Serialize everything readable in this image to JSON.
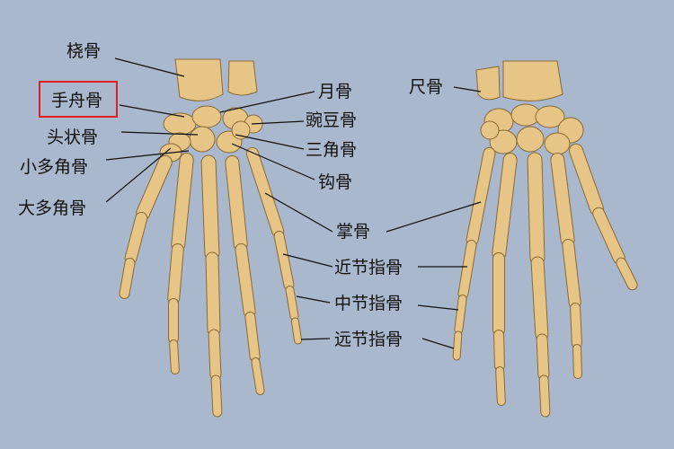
{
  "colors": {
    "background": "#a9b8cc",
    "bone": "#e6c586",
    "bone_outline": "#8a6a35",
    "highlight": "#e02020"
  },
  "labels": {
    "radius": "桡骨",
    "scaphoid": "手舟骨",
    "capitate": "头状骨",
    "trapezoid": "小多角骨",
    "trapezium": "大多角骨",
    "lunate": "月骨",
    "pisiform": "豌豆骨",
    "triquetrum": "三角骨",
    "hamate": "钩骨",
    "metacarpal": "掌骨",
    "proximal_phalanx": "近节指骨",
    "middle_phalanx": "中节指骨",
    "distal_phalanx": "远节指骨",
    "ulna": "尺骨"
  },
  "highlighted_label": "scaphoid"
}
